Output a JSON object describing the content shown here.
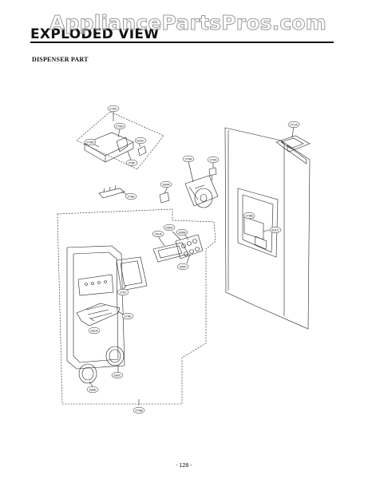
{
  "watermark": "AppliancePartsPros.com",
  "header": {
    "title": "EXPLODED VIEW",
    "section": "DISPENSER PART"
  },
  "callouts": {
    "c278c": "278C",
    "c278g": "278G",
    "c278d": "278D",
    "c603c": "603C",
    "c278f": "278F",
    "c278e": "278E",
    "c271a": "271A",
    "c278a": "278A",
    "c279a": "279A",
    "c284a": "284A",
    "c278b": "278B",
    "c601c": "601C",
    "c291a": "291A",
    "c280d": "280D",
    "c280b": "280B",
    "c280f": "280F",
    "c279j": "279J",
    "c279e": "279E",
    "c281a": "281A",
    "c280c": "280C",
    "c280e": "280E",
    "c279b": "279B"
  },
  "footer": {
    "page_number": "- 128 -"
  }
}
